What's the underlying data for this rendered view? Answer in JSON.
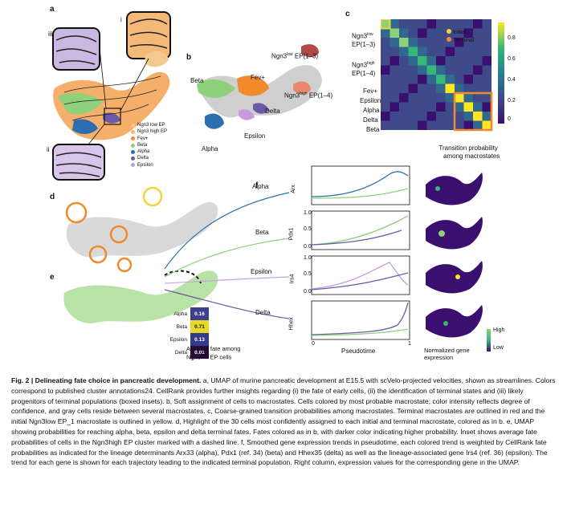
{
  "panels": {
    "a": "a",
    "b": "b",
    "c": "c",
    "d": "d",
    "e": "e",
    "f": "f"
  },
  "inset_labels": {
    "i": "i",
    "ii": "ii",
    "iii": "iii"
  },
  "legend_a": [
    {
      "label": "Ngn3 low EP",
      "color": "#f3c98f"
    },
    {
      "label": "Ngn3 high EP",
      "color": "#f5b76a"
    },
    {
      "label": "Fev+",
      "color": "#f08a2c"
    },
    {
      "label": "Beta",
      "color": "#8fd07a"
    },
    {
      "label": "Alpha",
      "color": "#2b6fb0"
    },
    {
      "label": "Delta",
      "color": "#6a5aa8"
    },
    {
      "label": "Epsilon",
      "color": "#b8a2d6"
    }
  ],
  "panel_b_labels": {
    "beta": "Beta",
    "fev": "Fev+",
    "delta": "Delta",
    "alpha": "Alpha",
    "epsilon": "Epsilon",
    "ep13": "EP(1–3)",
    "ep14": "EP(1–4)",
    "ngn3_low": "Ngn3",
    "ngn3_low_sup": "low",
    "ngn3_high": "Ngn3",
    "ngn3_high_sup": "high"
  },
  "panel_c": {
    "rows": [
      "Fev+",
      "Epsilon",
      "Alpha",
      "Delta",
      "Beta"
    ],
    "group_low": "Ngn3",
    "group_low_sup": "low",
    "group_low_sub": "EP(1–3)",
    "group_high": "Ngn3",
    "group_high_sup": "high",
    "group_high_sub": "EP(1–4)",
    "legend_initial": "Initial",
    "legend_terminal": "Terminal",
    "colorbar_ticks": [
      "0.8",
      "0.6",
      "0.4",
      "0.2",
      "0"
    ],
    "xlabel_1": "Transition probability",
    "xlabel_2": "among macrostates"
  },
  "panel_e_fates": [
    {
      "name": "Alpha",
      "value": "0.16",
      "color": "#3b3f8c"
    },
    {
      "name": "Beta",
      "value": "0.71",
      "color": "#e8d82a"
    },
    {
      "name": "Epsilon",
      "value": "0.13",
      "color": "#333a88"
    },
    {
      "name": "Delta",
      "value": "0.01",
      "color": "#2a0b3d"
    }
  ],
  "panel_e_title_1": "Average fate among",
  "panel_e_title_2_pre": "Ngn3",
  "panel_e_title_2_sup": "high",
  "panel_e_title_2_post": " EP cells",
  "panel_f": {
    "branch_labels": [
      "Alpha",
      "Beta",
      "Epsilon",
      "Delta"
    ],
    "genes": [
      "Arx",
      "Pdx1",
      "Irs4",
      "Hhex"
    ],
    "y_ticks_pdx1": [
      "1.0",
      "0.5",
      "0.0"
    ],
    "y_ticks_irs4": [
      "1.0",
      "0.5",
      "0.0"
    ],
    "x_tick_0": "0",
    "x_tick_1": "1",
    "xlabel": "Pseudotime",
    "norm_label_1": "Normalized gene",
    "norm_label_2": "expression",
    "high": "High",
    "low": "Low"
  },
  "caption": {
    "title": "Fig. 2 | Delineating fate choice in pancreatic development.",
    "body": " a, UMAP of murine pancreatic development at E15.5 with scVelo-projected velocities, shown as streamlines. Colors correspond to published cluster annotations24. CellRank provides further insights regarding (i) the fate of early cells, (ii) the identification of terminal states and (iii) likely progenitors of terminal populations (boxed insets). b, Soft assignment of cells to macrostates. Cells colored by most probable macrostate; color intensity reflects degree of confidence, and gray cells reside between several macrostates. c, Coarse-grained transition probabilities among macrostates. Terminal macrostates are outlined in red and the initial Ngn3low EP_1 macrostate is outlined in yellow. d, Highlight of the 30 cells most confidently assigned to each initial and terminal macrostate, colored as in b. e, UMAP showing probabilities for reaching alpha, beta, epsilon and delta terminal fates. Fates colored as in b, with darker color indicating higher probability. Inset shows average fate probabilities of cells in the Ngn3high EP cluster marked with a dashed line. f, Smoothed gene expression trends in pseudotime, each colored trend is weighted by CellRank fate probabilities as indicated for the lineage determinants Arx33 (alpha), Pdx1 (ref. 34) (beta) and Hhex35 (delta) as well as the lineage-associated gene Irs4 (ref. 36) (epsilon). The trend for each gene is shown for each trajectory leading to the indicated terminal population. Right column, expression values for the corresponding gene in the UMAP."
  }
}
